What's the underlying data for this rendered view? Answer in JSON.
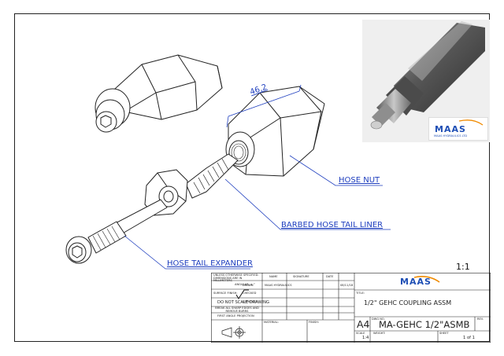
{
  "callouts": {
    "hose_nut": "HOSE NUT",
    "barbed_hose_tail_liner": "BARBED HOSE TAIL LINER",
    "hose_tail_expander": "HOSE TAIL EXPANDER",
    "dimension": "46,2"
  },
  "scale_note": "1:1",
  "photo": {
    "logo_text": "MAAS",
    "logo_tagline": "MAAS HYDRAULICS LTD"
  },
  "title_block": {
    "general_note": "UNLESS OTHERWISE SPECIFIED: DIMENSIONS ARE IN MILLIMETERS",
    "angular_note": "ANGULAR: ± °",
    "surface_finish": "SURFACE FINISH:",
    "do_not_scale": "DO NOT SCALE DRAWING",
    "break_edges": "BREAK ALL SHARP EDGES AND REMOVE BURRS",
    "projection": "FIRST ANGLE PROJECTION",
    "col_name": "NAME",
    "col_signature": "SIGNATURE",
    "col_date": "DATE",
    "drawn": "DRAWN",
    "drawn_name": "MAAS HYDRAULICS",
    "drawn_date": "08/11/18",
    "checked": "CHECKED",
    "approved": "APPROVED",
    "material": "MATERIAL:",
    "finish": "FINISH:",
    "logo": "MAAS",
    "title_label": "TITLE:",
    "title": "1/2\" GEHC COUPLING ASSM",
    "size": "A4",
    "dwg_no_label": "DWG NO.",
    "dwg_no": "MA-GEHC 1/2\"ASMB",
    "rev_label": "REV.",
    "scale_label": "SCALE",
    "scale": "1:4",
    "weight_label": "WEIGHT:",
    "sheet_label": "SHEET",
    "sheet": "1 of 1"
  },
  "colors": {
    "callout_blue": "#1f3fbf",
    "line": "#222222",
    "logo_blue": "#1f4fb5",
    "logo_orange": "#f08a00"
  }
}
